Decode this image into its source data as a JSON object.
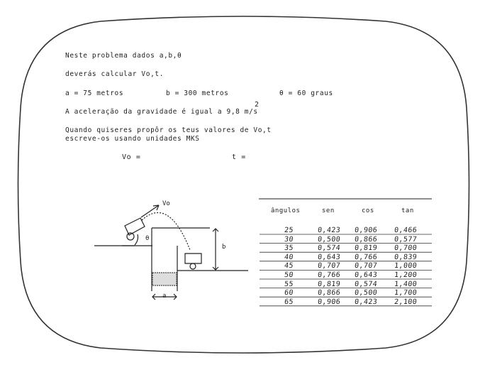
{
  "problem": {
    "intro": "Neste problema dados a,b,θ",
    "task": "deverás calcular Vo,t.",
    "params": {
      "a": "a = 75 metros",
      "b": "b = 300 metros",
      "theta": "θ = 60 graus"
    },
    "gravity": "A aceleração da gravidade é igual a 9,8 m/s",
    "gravity_exp": "2",
    "instructions_1": "Quando quiseres propôr os teus valores de Vo,t",
    "instructions_2": "escreve-os usando unidades MKS"
  },
  "inputs": {
    "vo_label": "Vo =",
    "vo_value": "",
    "t_label": "t =",
    "t_value": ""
  },
  "diagram": {
    "vo_label": "Vo",
    "theta_label": "θ",
    "b_label": "b",
    "a_label": "a"
  },
  "table": {
    "headers": [
      "ângulos",
      "sen",
      "cos",
      "tan"
    ],
    "rows": [
      [
        "25",
        "0,423",
        "0,906",
        "0,466"
      ],
      [
        "30",
        "0,500",
        "0,866",
        "0,577"
      ],
      [
        "35",
        "0,574",
        "0,819",
        "0,700"
      ],
      [
        "40",
        "0,643",
        "0,766",
        "0,839"
      ],
      [
        "45",
        "0,707",
        "0,707",
        "1,000"
      ],
      [
        "50",
        "0,766",
        "0,643",
        "1,200"
      ],
      [
        "55",
        "0,819",
        "0,574",
        "1,400"
      ],
      [
        "60",
        "0,866",
        "0,500",
        "1,700"
      ],
      [
        "65",
        "0,906",
        "0,423",
        "2,100"
      ]
    ]
  },
  "colors": {
    "ink": "#222222",
    "screen_border": "#333333",
    "background": "#ffffff"
  }
}
